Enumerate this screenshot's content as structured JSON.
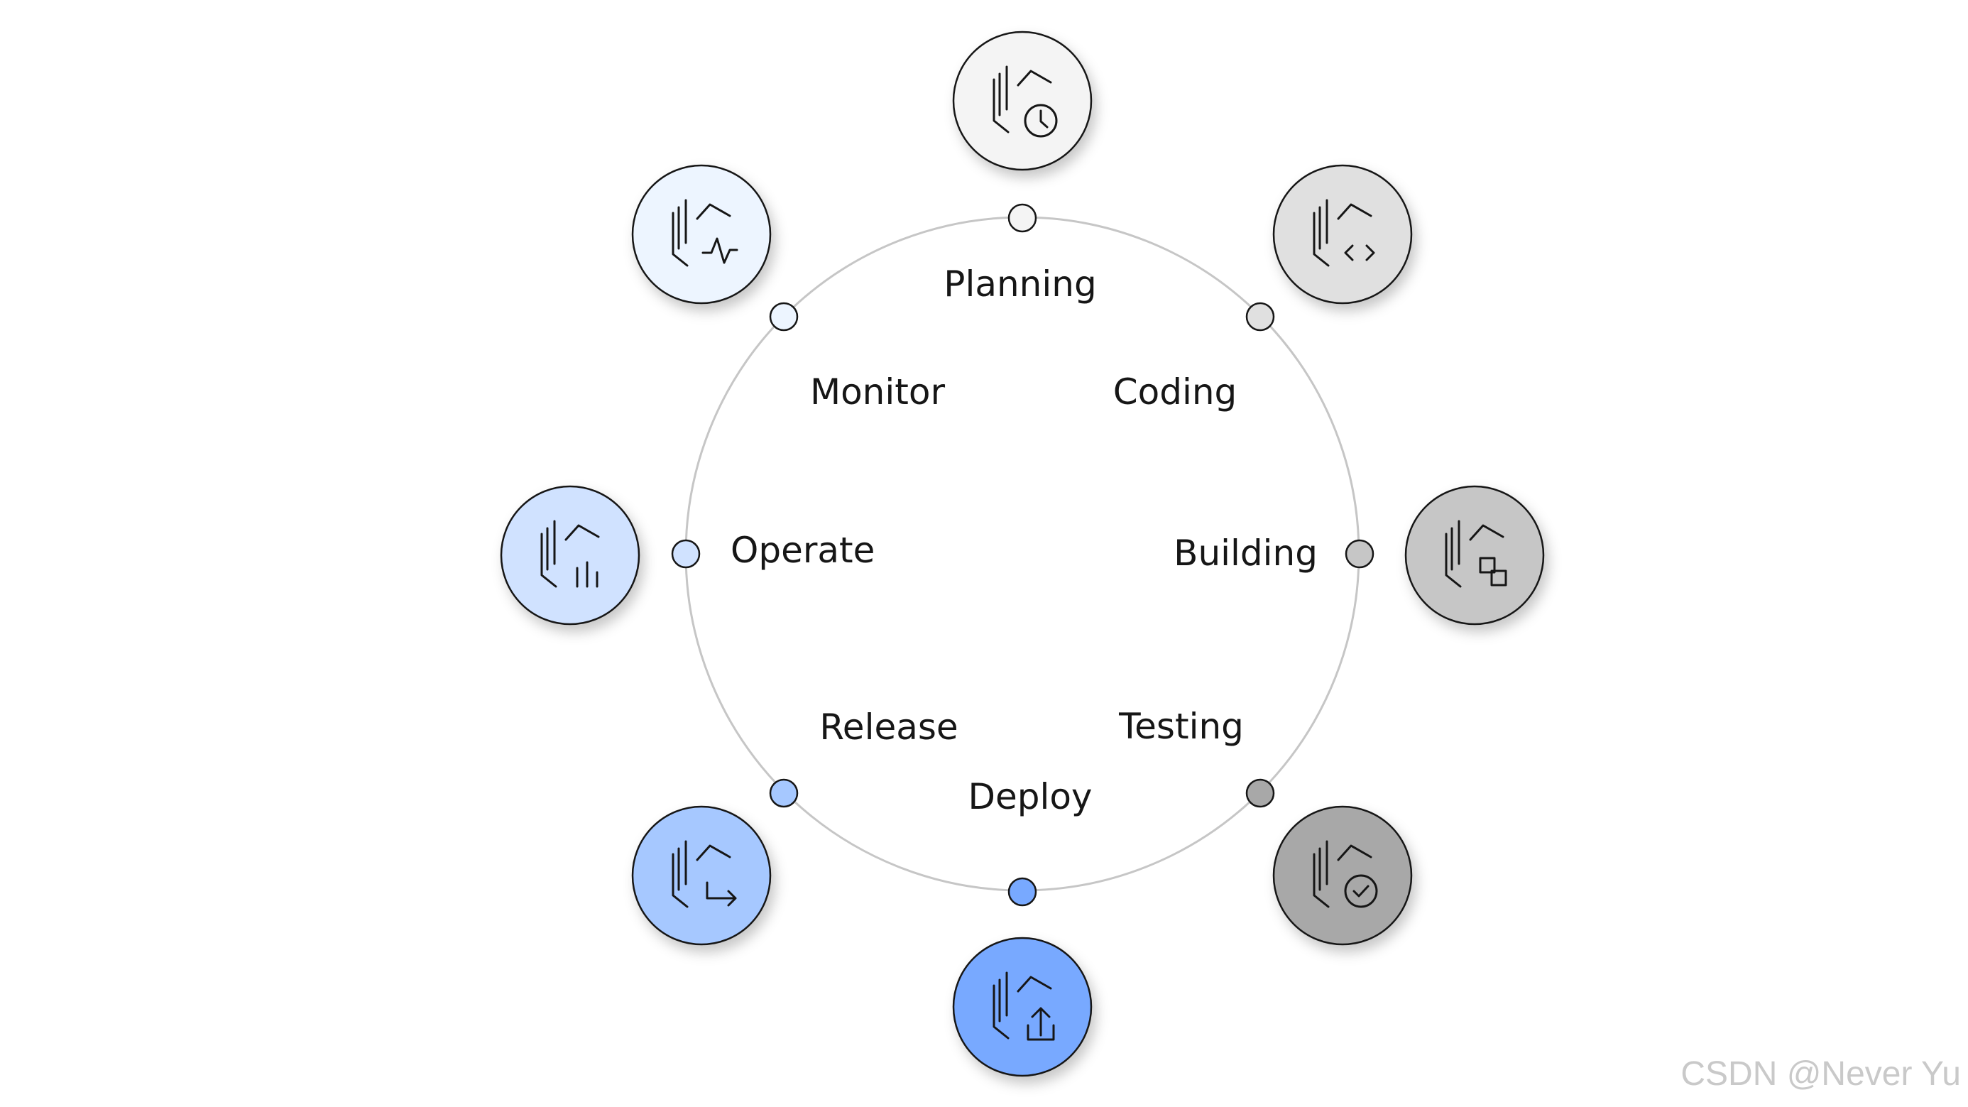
{
  "diagram": {
    "stages": [
      {
        "name": "Planning",
        "color": "#f4f4f4",
        "icon": "clock-icon"
      },
      {
        "name": "Coding",
        "color": "#e0e0e0",
        "icon": "code-icon"
      },
      {
        "name": "Building",
        "color": "#c6c6c6",
        "icon": "blocks-icon"
      },
      {
        "name": "Testing",
        "color": "#a8a8a8",
        "icon": "checkmark-icon"
      },
      {
        "name": "Deploy",
        "color": "#78a9ff",
        "icon": "upload-icon"
      },
      {
        "name": "Release",
        "color": "#a6c8ff",
        "icon": "release-arrow-icon"
      },
      {
        "name": "Operate",
        "color": "#d0e2ff",
        "icon": "bar-chart-icon"
      },
      {
        "name": "Monitor",
        "color": "#edf5ff",
        "icon": "pulse-icon"
      }
    ],
    "ring_color": "#c6c6c6",
    "outline_color": "#161616"
  },
  "watermark": "CSDN @Never Yu"
}
